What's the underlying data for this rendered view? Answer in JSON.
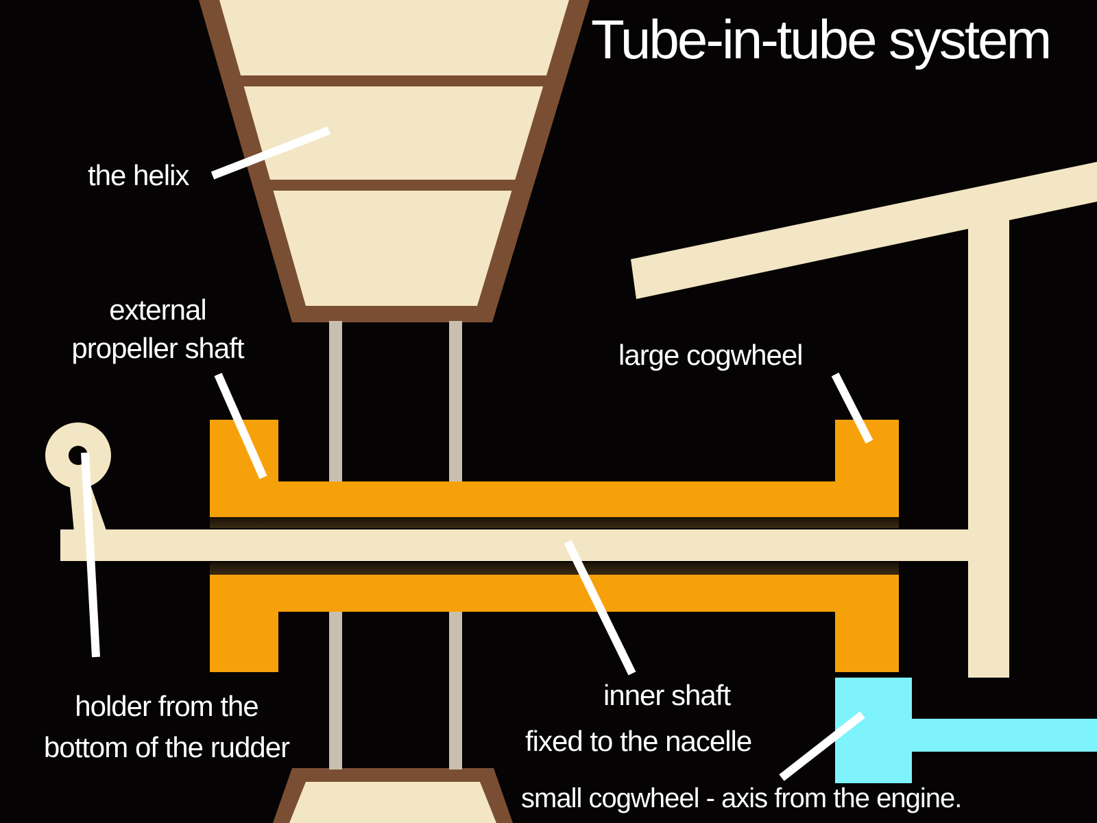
{
  "title": "Tube-in-tube system",
  "labels": {
    "helix": "the helix",
    "external_shaft_line1": "external",
    "external_shaft_line2": "propeller shaft",
    "large_cogwheel": "large cogwheel",
    "holder_line1": "holder from the",
    "holder_line2": "bottom of the rudder",
    "inner_shaft": "inner shaft",
    "fixed_to_nacelle": "fixed to the nacelle",
    "small_cogwheel": "small cogwheel - axis from the engine."
  },
  "colors": {
    "background": "#050303",
    "cream": "#f3e6c4",
    "brown": "#7a4e33",
    "orange": "#f7a10a",
    "cyan": "#7ff3fb",
    "rod": "#c9bfae",
    "pointer": "#ffffff"
  }
}
